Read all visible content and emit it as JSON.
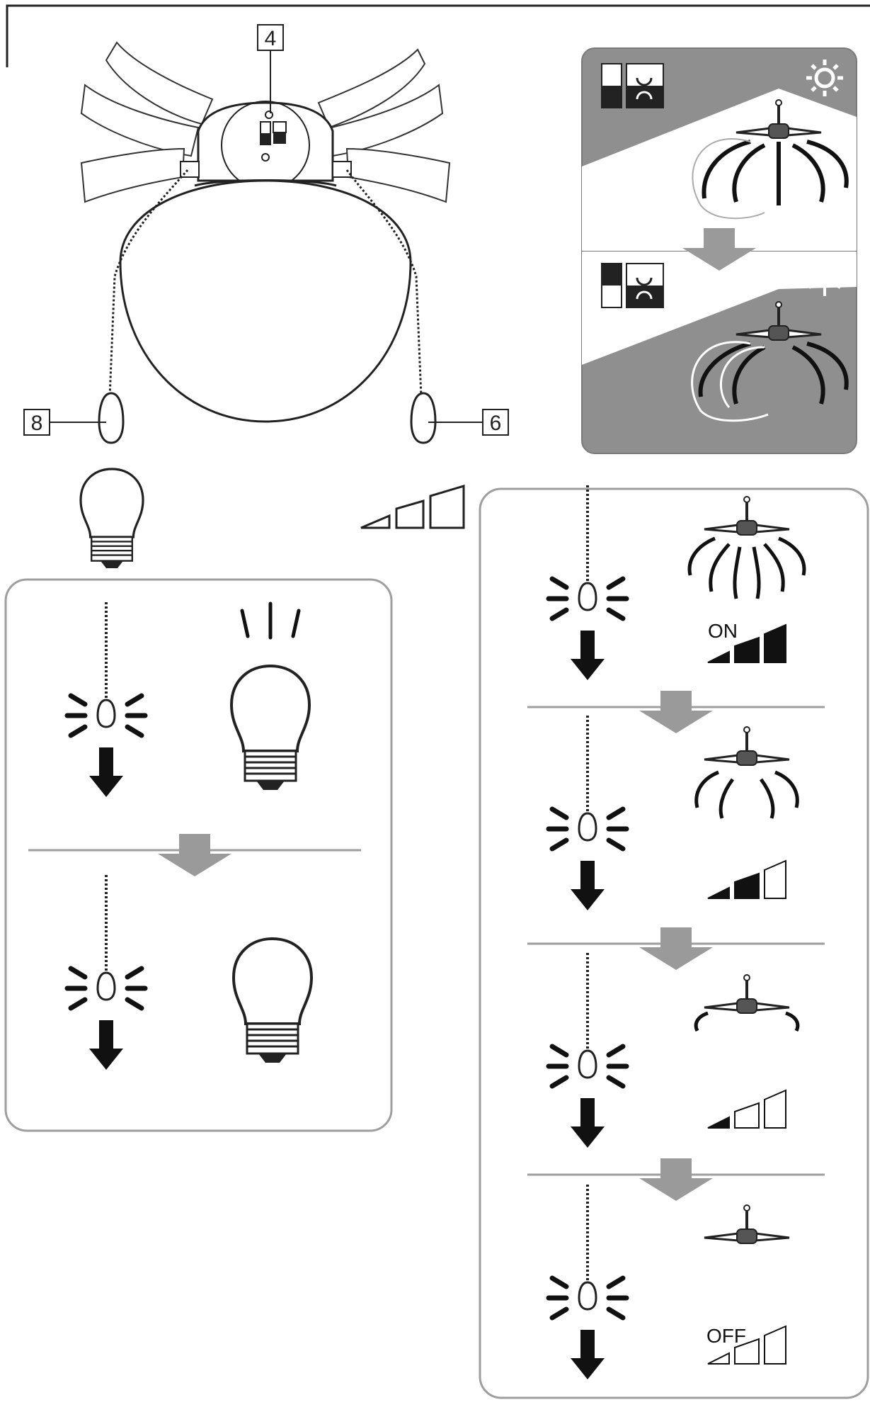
{
  "callouts": {
    "top": "4",
    "left": "8",
    "right": "6"
  },
  "fan_speed_labels": {
    "on": "ON",
    "off": "OFF"
  },
  "colors": {
    "panel_gray": "#8f8f8f",
    "arrow_gray": "#9a9a9a",
    "ink": "#1a1a1a",
    "frame": "#9e9e9e"
  },
  "icons": {
    "summer": "sun-icon",
    "winter": "snowflake-icon",
    "light": "light-bulb-icon",
    "speed": "speed-bars-icon"
  },
  "speed_levels": [
    3,
    2,
    1,
    0
  ]
}
